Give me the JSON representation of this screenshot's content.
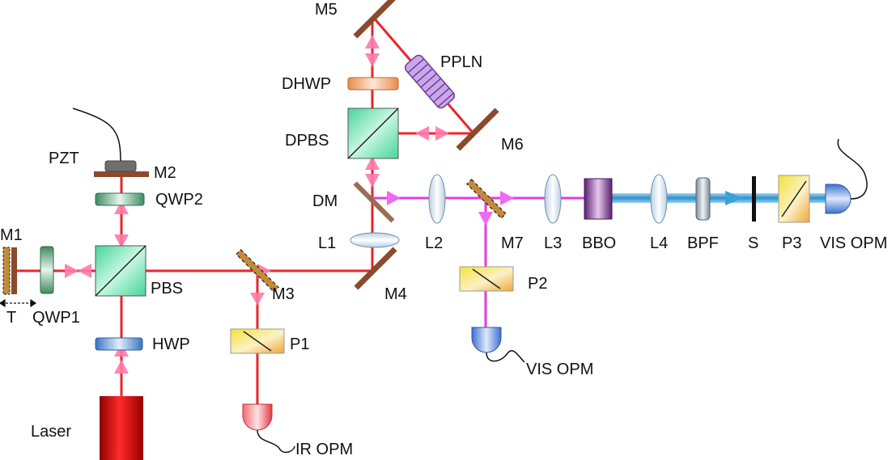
{
  "colors": {
    "ir_beam": "#e8262b",
    "vis_beam": "#e33be3",
    "blue_beam": "#3aa2d8",
    "mirror": "#8b4a2b",
    "pbs_fill": "#6fe0b0",
    "waveplate_green": "#4fa078",
    "hwp_blue": "#4f8ed0",
    "dhwp_orange": "#f1a36a",
    "ppln_purple": "#9b5fc9",
    "bbo_purple": "#6a2f7d",
    "polarizer_yellow": "#f4dc3c",
    "detector_red": "#e54248",
    "detector_blue": "#3d6fd0",
    "laser_red": "#d81419"
  },
  "labels": {
    "m5": "M5",
    "ppln": "PPLN",
    "dhwp": "DHWP",
    "dpbs": "DPBS",
    "m6": "M6",
    "pzt": "PZT",
    "m2": "M2",
    "qwp2": "QWP2",
    "dm": "DM",
    "m1": "M1",
    "l1": "L1",
    "l2": "L2",
    "m7": "M7",
    "l3": "L3",
    "bbo": "BBO",
    "l4": "L4",
    "bpf": "BPF",
    "s": "S",
    "p3": "P3",
    "vis_opm_right": "VIS OPM",
    "pbs": "PBS",
    "m3": "M3",
    "m4": "M4",
    "p2": "P2",
    "t": "T",
    "qwp1": "QWP1",
    "hwp": "HWP",
    "p1": "P1",
    "vis_opm_bottom": "VIS OPM",
    "laser": "Laser",
    "ir_opm": "IR OPM"
  }
}
